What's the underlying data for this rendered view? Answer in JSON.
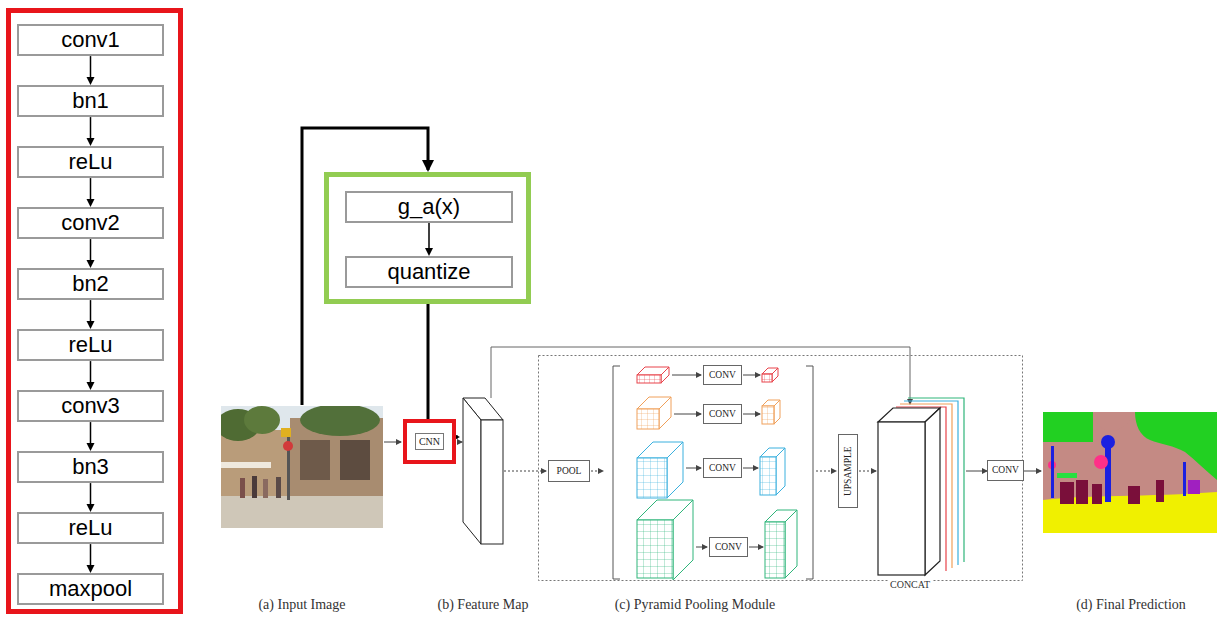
{
  "diagram": {
    "nodes": [
      {
        "text": [
          "conv1"
        ]
      },
      {
        "text": [
          "bn1"
        ]
      },
      {
        "text": [
          "reLu"
        ]
      },
      {
        "text": [
          "conv2"
        ]
      },
      {
        "text": [
          "bn2"
        ]
      },
      {
        "text": [
          "reLu"
        ]
      },
      {
        "text": [
          "conv3"
        ]
      },
      {
        "text": [
          "bn3"
        ]
      },
      {
        "text": [
          "reLu"
        ]
      },
      {
        "text": [
          "maxpool"
        ]
      },
      {
        "text": [
          "g_a(x)"
        ]
      },
      {
        "text": [
          "quantize"
        ]
      },
      {
        "text": [
          "CNN"
        ]
      },
      {
        "text": [
          "POOL"
        ]
      },
      {
        "text": [
          "CONV"
        ]
      },
      {
        "text": [
          "CONV"
        ]
      },
      {
        "text": [
          "CONV"
        ]
      },
      {
        "text": [
          "CONV"
        ]
      },
      {
        "text": [
          "UPSAMPLE"
        ]
      },
      {
        "text": [
          "CONV"
        ]
      }
    ],
    "edges": [
      {
        "from": 0,
        "to": 1,
        "arrow": "to"
      },
      {
        "from": 1,
        "to": 2,
        "arrow": "to"
      },
      {
        "from": 2,
        "to": 3,
        "arrow": "to"
      },
      {
        "from": 3,
        "to": 4,
        "arrow": "to"
      },
      {
        "from": 4,
        "to": 5,
        "arrow": "to"
      },
      {
        "from": 5,
        "to": 6,
        "arrow": "to"
      },
      {
        "from": 6,
        "to": 7,
        "arrow": "to"
      },
      {
        "from": 7,
        "to": 8,
        "arrow": "to"
      },
      {
        "from": 8,
        "to": 9,
        "arrow": "to"
      },
      {
        "from": 10,
        "to": 11,
        "arrow": "to"
      }
    ],
    "labels": [
      "(a) Input Image",
      "(b) Feature Map",
      "(c) Pyramid Pooling Module",
      "(d) Final Prediction",
      "CONCAT"
    ]
  }
}
